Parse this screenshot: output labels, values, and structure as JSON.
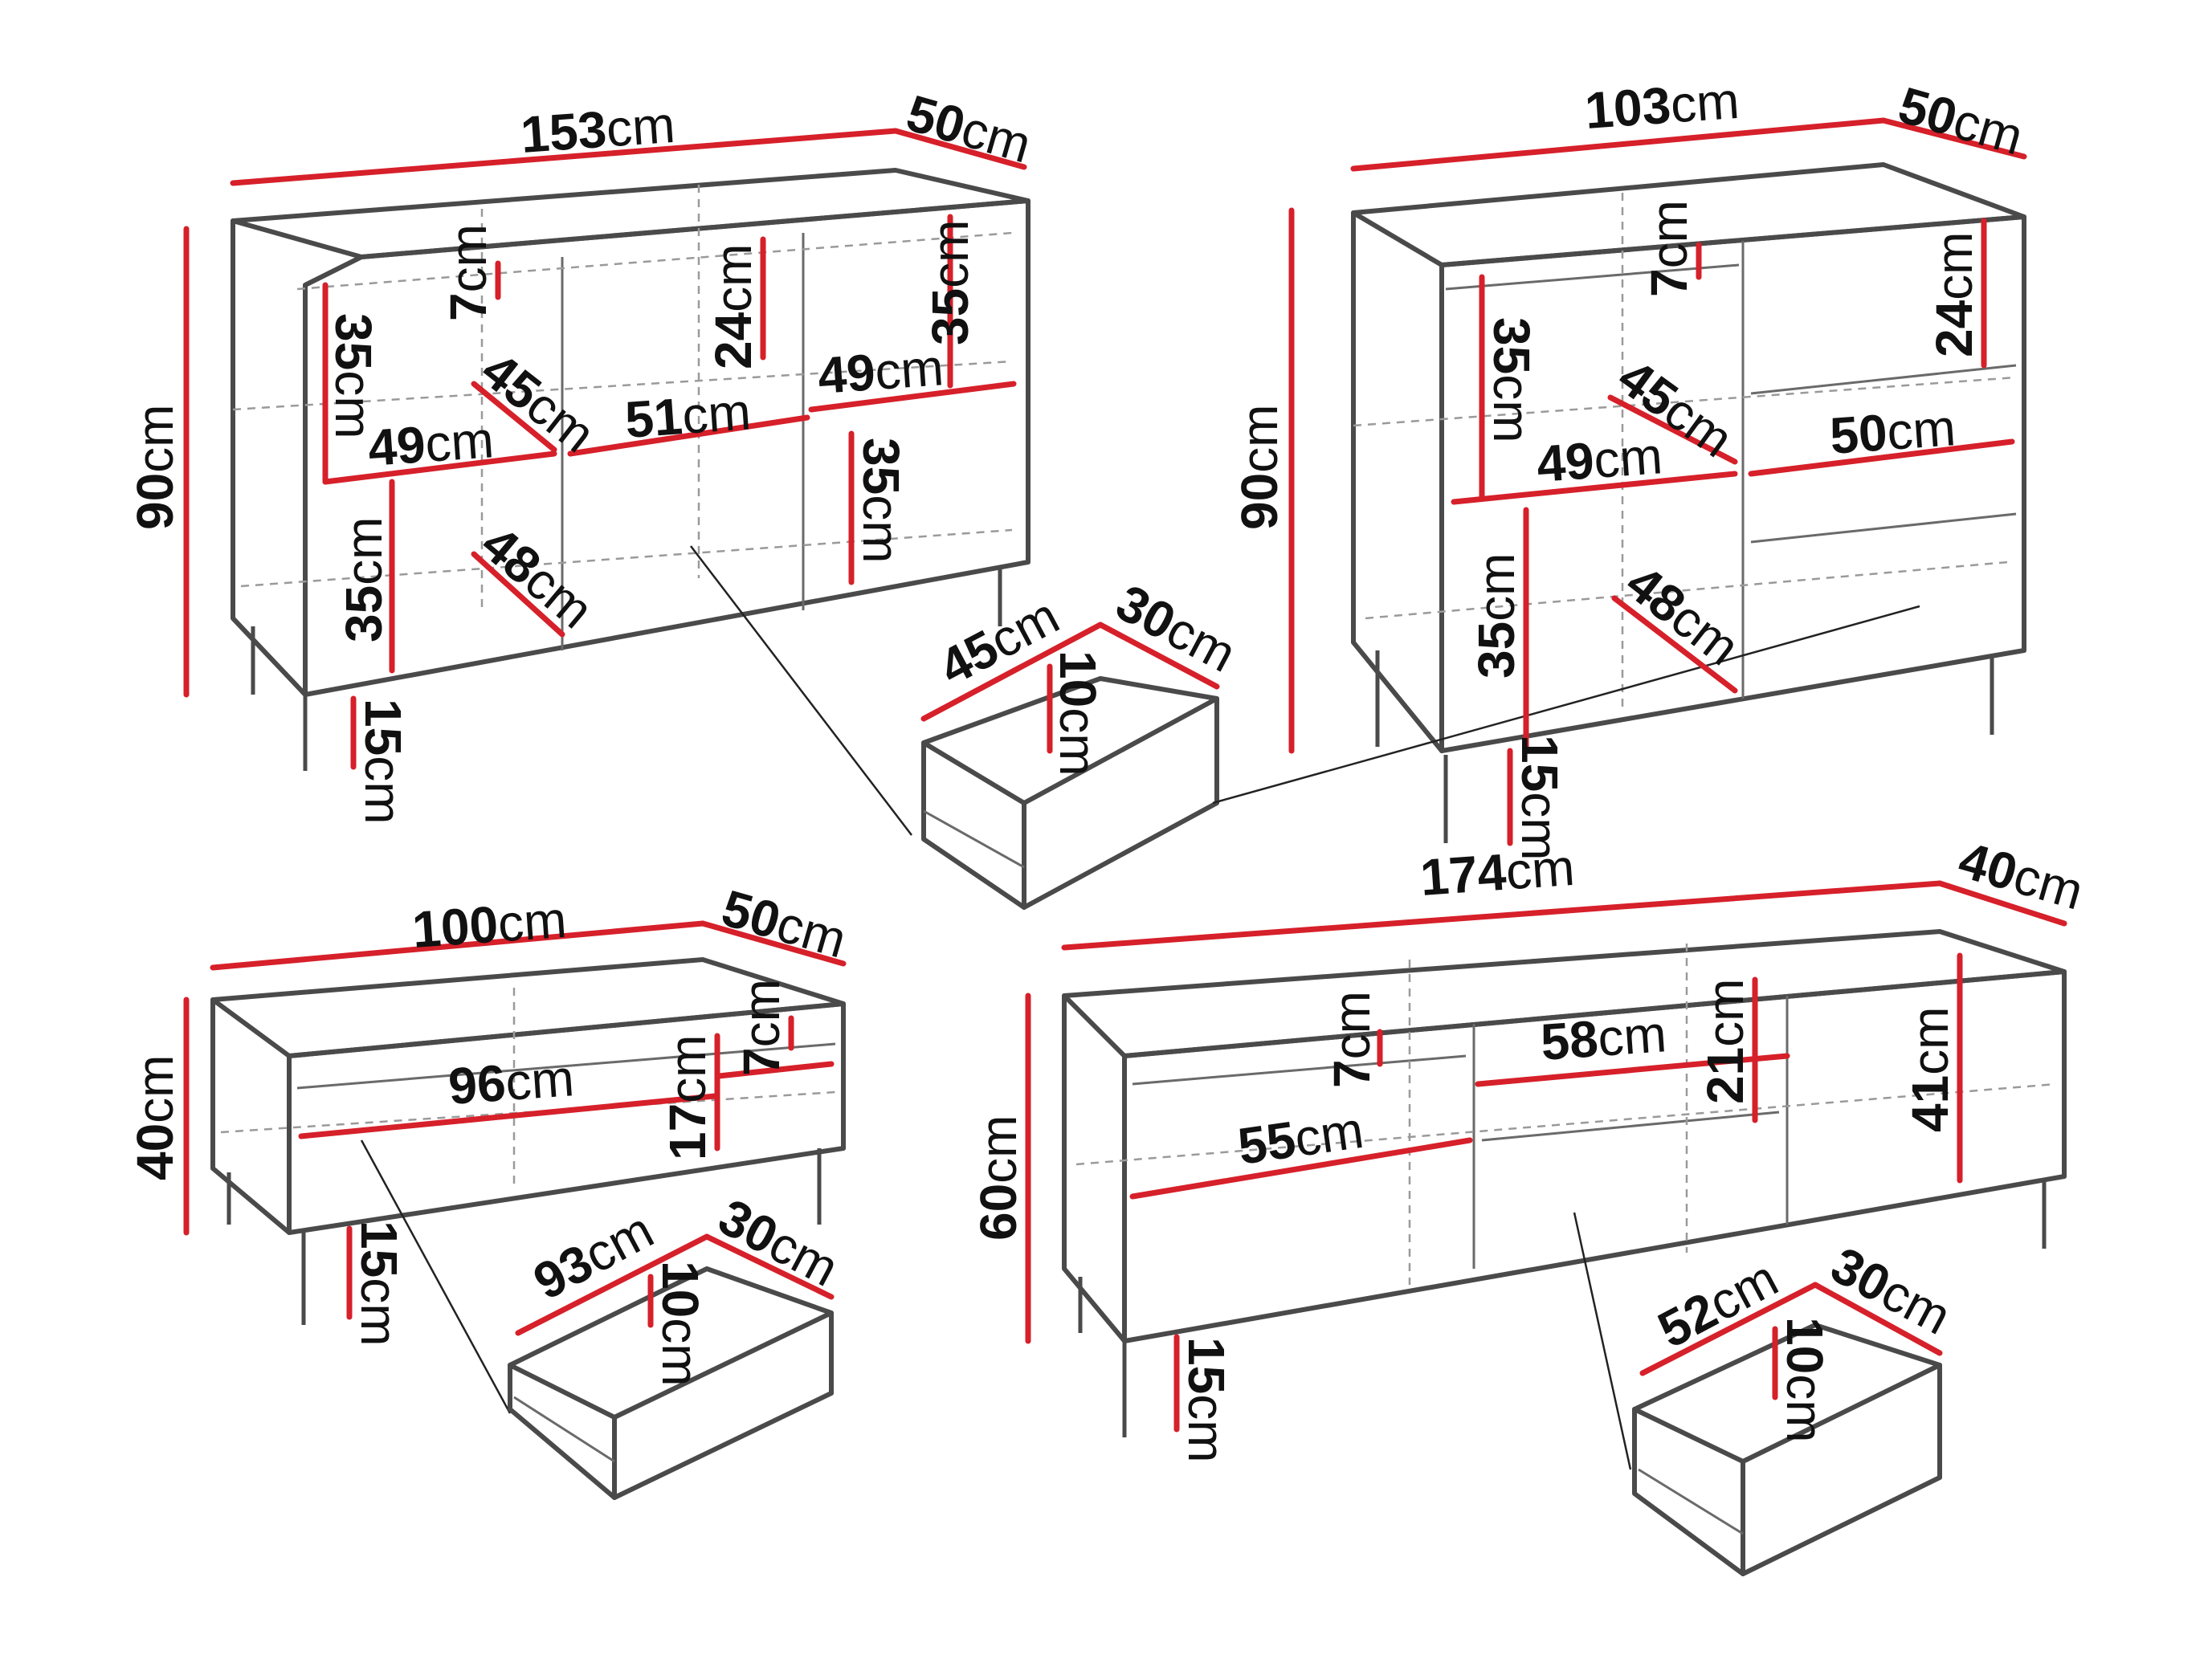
{
  "units": "cm",
  "cabinet_a": {
    "width": "153",
    "depth": "50",
    "height": "90",
    "legs": "15",
    "shelf_top_gap": "7",
    "compartment_h": "35",
    "shelf_w": "49",
    "shelf_d": "45",
    "drawer_front_w": "51",
    "mid_top_h": "24",
    "right_h": "35",
    "right_w": "49",
    "right_low_h": "35",
    "lower_h": "35",
    "lower_d": "48"
  },
  "drawer_a": {
    "w": "45",
    "d": "30",
    "h": "10"
  },
  "cabinet_b": {
    "width": "103",
    "depth": "50",
    "height": "90",
    "legs": "15",
    "shelf_top_gap": "7",
    "compartment_h": "35",
    "shelf_d": "45",
    "shelf_w": "49",
    "right_top_h": "24",
    "drawer_front_w": "50",
    "lower_h": "35",
    "lower_d": "48"
  },
  "tv_unit_small": {
    "width": "100",
    "depth": "50",
    "height": "40",
    "legs": "15",
    "drawer_front_w": "96",
    "top_gap": "7",
    "drawer_h": "17"
  },
  "drawer_c": {
    "w": "93",
    "d": "30",
    "h": "10"
  },
  "tv_unit_large": {
    "width": "174",
    "depth": "40",
    "height": "60",
    "legs": "15",
    "top_gap": "7",
    "mid_w": "58",
    "mid_h": "21",
    "right_h": "41",
    "left_w": "55"
  },
  "drawer_d": {
    "w": "52",
    "d": "30",
    "h": "10"
  },
  "colors": {
    "dimension_line": "#d6202a",
    "outline": "#4a4a4a",
    "text": "#111111"
  }
}
